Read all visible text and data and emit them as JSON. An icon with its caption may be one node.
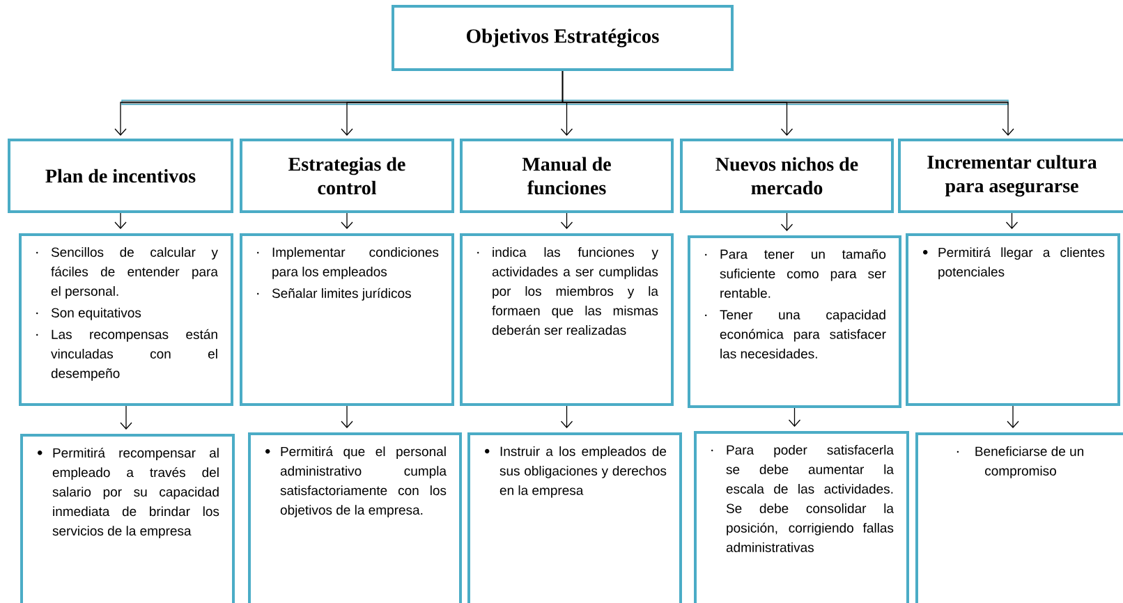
{
  "diagram": {
    "nodes": [
      {
        "text": [
          "Objetivos Estratégicos"
        ]
      },
      {
        "text": [
          "Plan de incentivos"
        ]
      },
      {
        "text": [
          "Estrategias de control"
        ]
      },
      {
        "text": [
          "Manual de funciones"
        ]
      },
      {
        "text": [
          "Nuevos nichos de mercado"
        ]
      },
      {
        "text": [
          "Incrementar cultura para asegurarse"
        ]
      },
      {
        "text": [
          "Sencillos de calcular y fáciles de entender para el personal.",
          "Son equitativos",
          "Las recompensas están vinculadas con el desempeño"
        ]
      },
      {
        "text": [
          "Implementar condiciones para los empleados",
          "Señalar limites jurídicos"
        ]
      },
      {
        "text": [
          "indica las funciones y actividades a ser cumplidas por los miembros y la formaen que las mismas deberán ser realizadas"
        ]
      },
      {
        "text": [
          "Para tener un tamaño suficiente como para ser rentable.",
          "Tener una capacidad económica para satisfacer las necesidades."
        ]
      },
      {
        "text": [
          "Permitirá llegar a clientes potenciales"
        ]
      },
      {
        "text": [
          "Permitirá recompensar al empleado a través del salario por su capacidad inmediata de brindar los servicios de la empresa"
        ]
      },
      {
        "text": [
          "Permitirá que el personal administrativo cumpla satisfactoriamente con los objetivos de la empresa."
        ]
      },
      {
        "text": [
          "Instruir a los empleados de sus obligaciones y derechos en la empresa"
        ]
      },
      {
        "text": [
          "Para poder satisfacerla se debe aumentar la escala de las actividades. Se debe consolidar la posición, corrigiendo fallas administrativas"
        ]
      },
      {
        "text": [
          "Beneficiarse de un compromiso"
        ]
      }
    ],
    "edges": [
      {
        "from": 0,
        "to": 1,
        "arrow": "to"
      },
      {
        "from": 0,
        "to": 2,
        "arrow": "to"
      },
      {
        "from": 0,
        "to": 3,
        "arrow": "to"
      },
      {
        "from": 0,
        "to": 4,
        "arrow": "to"
      },
      {
        "from": 0,
        "to": 5,
        "arrow": "to"
      },
      {
        "from": 1,
        "to": 6,
        "arrow": "to"
      },
      {
        "from": 2,
        "to": 7,
        "arrow": "to"
      },
      {
        "from": 3,
        "to": 8,
        "arrow": "to"
      },
      {
        "from": 4,
        "to": 9,
        "arrow": "to"
      },
      {
        "from": 5,
        "to": 10,
        "arrow": "to"
      },
      {
        "from": 6,
        "to": 11,
        "arrow": "to"
      },
      {
        "from": 7,
        "to": 12,
        "arrow": "to"
      },
      {
        "from": 8,
        "to": 13,
        "arrow": "to"
      },
      {
        "from": 9,
        "to": 14,
        "arrow": "to"
      },
      {
        "from": 10,
        "to": 15,
        "arrow": "to"
      }
    ]
  }
}
